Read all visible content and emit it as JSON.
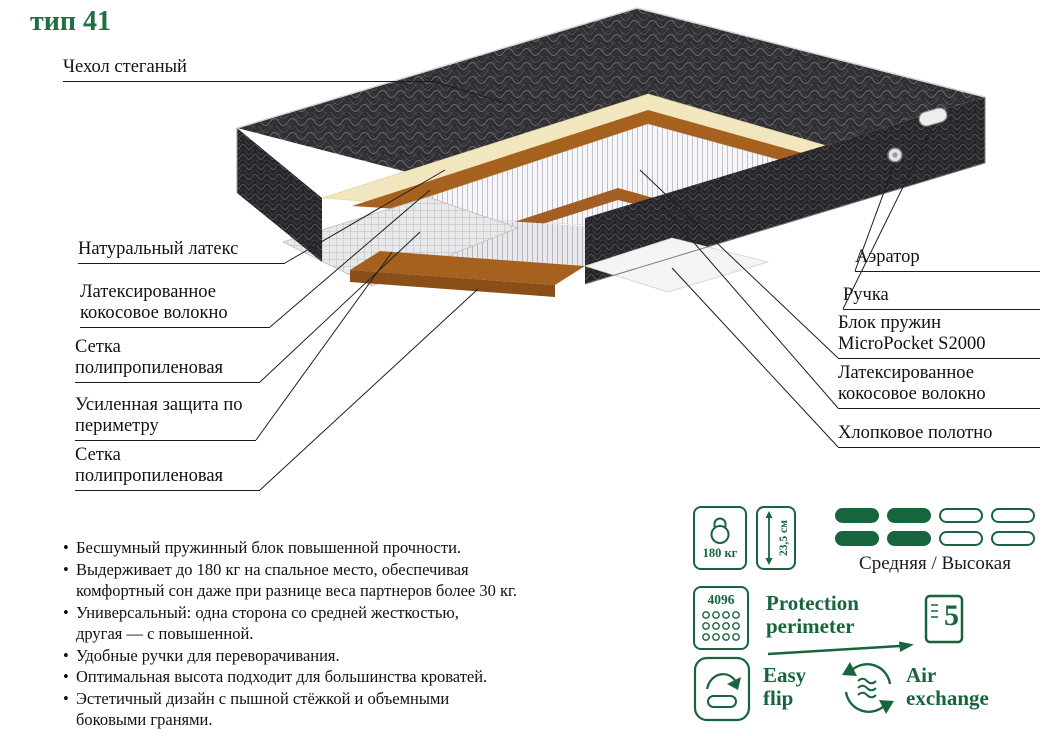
{
  "title": "тип 41",
  "bullet_char": "•",
  "colors": {
    "accent_green": "#17653c",
    "cover_dark": "#2f2f33",
    "latex_cream": "#f1e6bd",
    "coco_brown": "#a7611f",
    "text": "#111111"
  },
  "diagram": {
    "labels_left": [
      "Чехол стеганый",
      "Натуральный латекс",
      "Латексированное кокосовое волокно",
      "Сетка полипропиленовая",
      "Усиленная защита по периметру",
      "Сетка полипропиленовая"
    ],
    "labels_right": [
      "Аэратор",
      "Ручка",
      "Блок пружин MicroPocket S2000",
      "Латексированное кокосовое волокно",
      "Хлопковое полотно"
    ]
  },
  "features": [
    "Бесшумный пружинный блок повышенной прочности.",
    "Выдерживает до 180 кг на спальное место, обеспечивая\nкомфортный сон даже при разнице веса партнеров более 30 кг.",
    "Универсальный: одна сторона со средней жесткостью,\nдругая — с повышенной.",
    "Удобные ручки для переворачивания.",
    "Оптимальная высота подходит для большинства кроватей.",
    "Эстетичный дизайн с пышной стёжкой и объемными\nбоковыми гранями."
  ],
  "specs": {
    "weight": "180 кг",
    "height": "23,5 см",
    "firmness": "Средняя / Высокая",
    "firmness_filled_bars": 2,
    "firmness_total_bars": 4,
    "springs_count": "4096",
    "protection_line1": "Protection",
    "protection_line2": "perimeter",
    "warranty_years": "5",
    "easy_flip_line1": "Easy",
    "easy_flip_line2": "flip",
    "air_line1": "Air",
    "air_line2": "exchange"
  },
  "icons": {
    "weight": "kettlebell-icon",
    "height": "double-arrow-height-icon",
    "firmness": "firmness-bars-icon",
    "springs": "pocket-springs-grid-icon",
    "protection": "perimeter-arrow-icon",
    "warranty": "warranty-5-years-icon",
    "easy_flip": "flip-arrow-icon",
    "air_exchange": "circular-airflow-icon"
  }
}
